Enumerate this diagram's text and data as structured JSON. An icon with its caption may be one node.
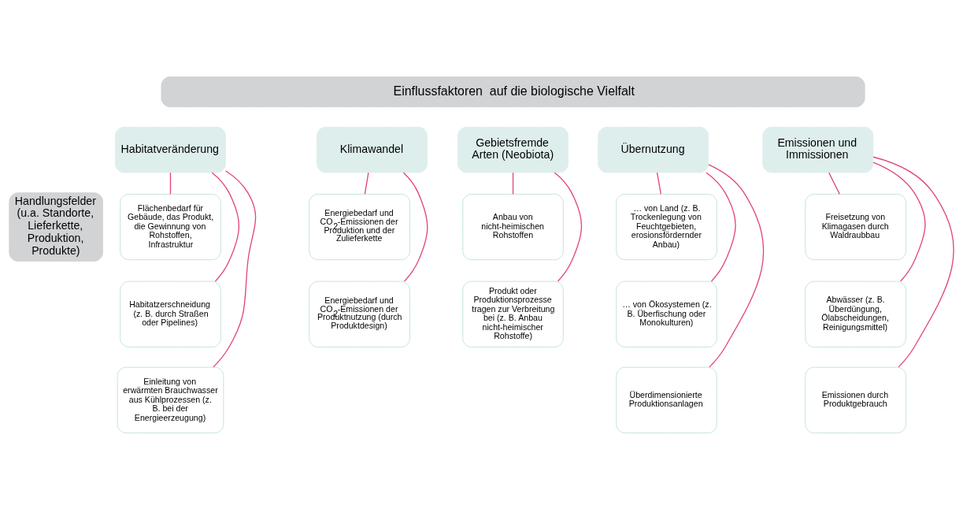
{
  "diagram": {
    "nodes": [
      {
        "text": [
          "Einflussfaktoren  auf die biologische Vielfalt"
        ]
      },
      {
        "text": [
          "Handlungsfelder (u.a. Standorte, Lieferkette, Produktion, Produkte)"
        ]
      },
      {
        "text": [
          "Habitatveränderung"
        ]
      },
      {
        "text": [
          "Flächenbedarf für Gebäude, das Produkt, die Gewinnung von Rohstoffen, Infrastruktur"
        ]
      },
      {
        "text": [
          "Habitatzerschneidung (z. B. durch Straßen oder Pipelines)"
        ]
      },
      {
        "text": [
          "Einleitung von erwärmten Brauchwasser aus Kühlprozessen (z. B. bei der Energieerzeugung)"
        ]
      },
      {
        "text": [
          "Klimawandel"
        ]
      },
      {
        "text": [
          "Energiebedarf und CO$_{2}$-Emissionen der Produktion und der Zulieferkette"
        ]
      },
      {
        "text": [
          "Energiebedarf und CO$_{2}$-Emissionen der Produktnutzung (durch Produktdesign)"
        ]
      },
      {
        "text": [
          "Gebietsfremde Arten (Neobiota)"
        ]
      },
      {
        "text": [
          "Anbau von nicht-heimischen Rohstoffen"
        ]
      },
      {
        "text": [
          "Produkt oder Produktionsprozesse tragen zur Verbreitung bei (z. B. Anbau nicht-heimischer Rohstoffe)"
        ]
      },
      {
        "text": [
          "Übernutzung"
        ]
      },
      {
        "text": [
          "… von Land (z. B. Trockenlegung von Feuchtgebieten, erosionsfördernder Anbau)"
        ]
      },
      {
        "text": [
          "… von Ökosystemen (z. B. Überfischung oder Monokulturen)"
        ]
      },
      {
        "text": [
          "Überdimensionierte Produktionsanlagen"
        ]
      },
      {
        "text": [
          "Emissionen und Immissionen"
        ]
      },
      {
        "text": [
          "Freisetzung von Klimagasen durch Waldraubbau"
        ]
      },
      {
        "text": [
          "Abwässer (z. B. Überdüngung, Ölabscheidungen, Reinigungsmittel)"
        ]
      },
      {
        "text": [
          "Emissionen durch Produktgebrauch"
        ]
      }
    ],
    "edges": [
      {
        "from": 2,
        "to": 3,
        "arrow": "none",
        "color": "#e2457c"
      },
      {
        "from": 2,
        "to": 4,
        "arrow": "none",
        "color": "#e2457c"
      },
      {
        "from": 2,
        "to": 5,
        "arrow": "none",
        "color": "#e2457c"
      },
      {
        "from": 6,
        "to": 7,
        "arrow": "none",
        "color": "#e2457c"
      },
      {
        "from": 6,
        "to": 8,
        "arrow": "none",
        "color": "#e2457c"
      },
      {
        "from": 9,
        "to": 10,
        "arrow": "none",
        "color": "#e2457c"
      },
      {
        "from": 9,
        "to": 11,
        "arrow": "none",
        "color": "#e2457c"
      },
      {
        "from": 12,
        "to": 13,
        "arrow": "none",
        "color": "#e2457c"
      },
      {
        "from": 12,
        "to": 14,
        "arrow": "none",
        "color": "#e2457c"
      },
      {
        "from": 12,
        "to": 15,
        "arrow": "none",
        "color": "#e2457c"
      },
      {
        "from": 16,
        "to": 17,
        "arrow": "none",
        "color": "#e2457c"
      },
      {
        "from": 16,
        "to": 18,
        "arrow": "none",
        "color": "#e2457c"
      },
      {
        "from": 16,
        "to": 19,
        "arrow": "none",
        "color": "#e2457c"
      }
    ]
  }
}
